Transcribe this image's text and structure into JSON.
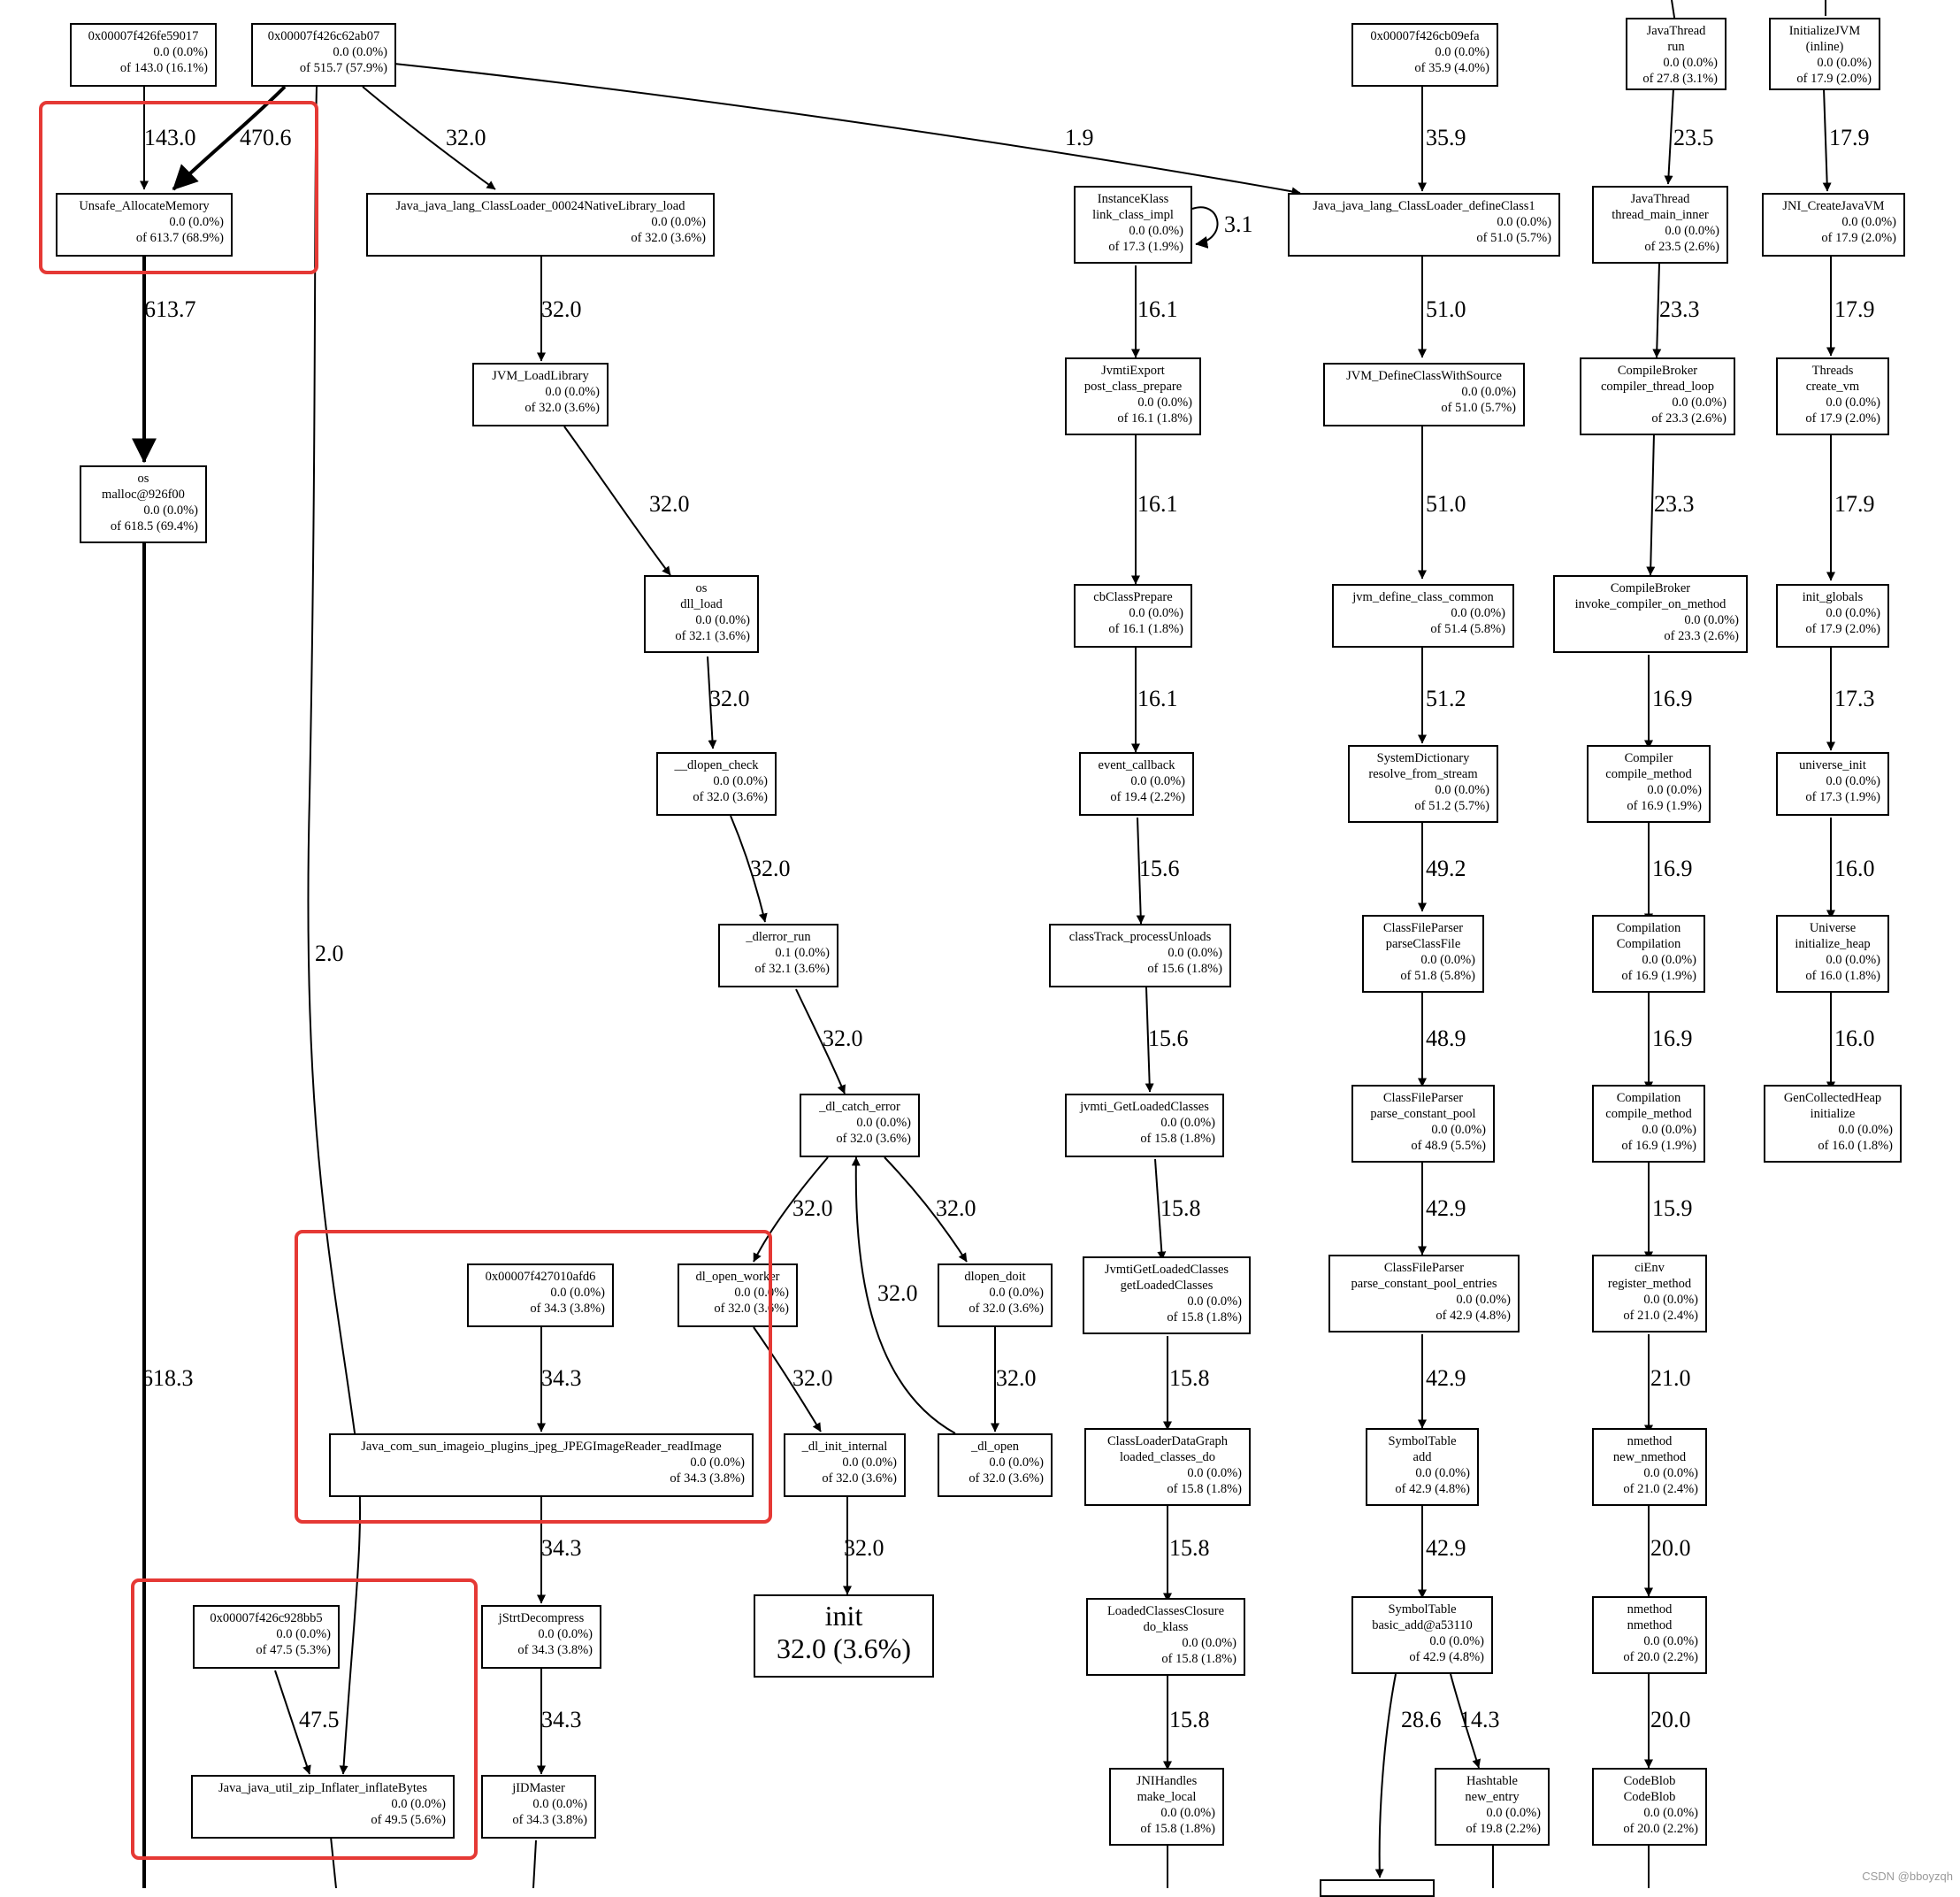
{
  "nodes": {
    "n1": [
      "0x00007f426fe59017",
      "0.0 (0.0%)",
      "of 143.0 (16.1%)"
    ],
    "n2": [
      "0x00007f426c62ab07",
      "0.0 (0.0%)",
      "of 515.7 (57.9%)"
    ],
    "n3": [
      "0x00007f426cb09efa",
      "0.0 (0.0%)",
      "of 35.9 (4.0%)"
    ],
    "n4": [
      "JavaThread",
      "run",
      "0.0 (0.0%)",
      "of 27.8 (3.1%)"
    ],
    "n5": [
      "InitializeJVM",
      "(inline)",
      "0.0 (0.0%)",
      "of 17.9 (2.0%)"
    ],
    "n6": [
      "Unsafe_AllocateMemory",
      "0.0 (0.0%)",
      "of 613.7 (68.9%)"
    ],
    "n7": [
      "Java_java_lang_ClassLoader_00024NativeLibrary_load",
      "0.0 (0.0%)",
      "of 32.0 (3.6%)"
    ],
    "n8": [
      "InstanceKlass",
      "link_class_impl",
      "0.0 (0.0%)",
      "of 17.3 (1.9%)"
    ],
    "n9": [
      "Java_java_lang_ClassLoader_defineClass1",
      "0.0 (0.0%)",
      "of 51.0 (5.7%)"
    ],
    "n10": [
      "JavaThread",
      "thread_main_inner",
      "0.0 (0.0%)",
      "of 23.5 (2.6%)"
    ],
    "n11": [
      "JNI_CreateJavaVM",
      "0.0 (0.0%)",
      "of 17.9 (2.0%)"
    ],
    "n12": [
      "JVM_LoadLibrary",
      "0.0 (0.0%)",
      "of 32.0 (3.6%)"
    ],
    "n13": [
      "JvmtiExport",
      "post_class_prepare",
      "0.0 (0.0%)",
      "of 16.1 (1.8%)"
    ],
    "n14": [
      "JVM_DefineClassWithSource",
      "0.0 (0.0%)",
      "of 51.0 (5.7%)"
    ],
    "n15": [
      "CompileBroker",
      "compiler_thread_loop",
      "0.0 (0.0%)",
      "of 23.3 (2.6%)"
    ],
    "n16": [
      "Threads",
      "create_vm",
      "0.0 (0.0%)",
      "of 17.9 (2.0%)"
    ],
    "n17": [
      "os",
      "malloc@926f00",
      "0.0 (0.0%)",
      "of 618.5 (69.4%)"
    ],
    "n18": [
      "os",
      "dll_load",
      "0.0 (0.0%)",
      "of 32.1 (3.6%)"
    ],
    "n19": [
      "cbClassPrepare",
      "0.0 (0.0%)",
      "of 16.1 (1.8%)"
    ],
    "n20": [
      "jvm_define_class_common",
      "0.0 (0.0%)",
      "of 51.4 (5.8%)"
    ],
    "n21": [
      "CompileBroker",
      "invoke_compiler_on_method",
      "0.0 (0.0%)",
      "of 23.3 (2.6%)"
    ],
    "n22": [
      "init_globals",
      "0.0 (0.0%)",
      "of 17.9 (2.0%)"
    ],
    "n23": [
      "__dlopen_check",
      "0.0 (0.0%)",
      "of 32.0 (3.6%)"
    ],
    "n24": [
      "event_callback",
      "0.0 (0.0%)",
      "of 19.4 (2.2%)"
    ],
    "n25": [
      "SystemDictionary",
      "resolve_from_stream",
      "0.0 (0.0%)",
      "of 51.2 (5.7%)"
    ],
    "n26": [
      "Compiler",
      "compile_method",
      "0.0 (0.0%)",
      "of 16.9 (1.9%)"
    ],
    "n27": [
      "universe_init",
      "0.0 (0.0%)",
      "of 17.3 (1.9%)"
    ],
    "n28": [
      "_dlerror_run",
      "0.1 (0.0%)",
      "of 32.1 (3.6%)"
    ],
    "n29": [
      "classTrack_processUnloads",
      "0.0 (0.0%)",
      "of 15.6 (1.8%)"
    ],
    "n30": [
      "ClassFileParser",
      "parseClassFile",
      "0.0 (0.0%)",
      "of 51.8 (5.8%)"
    ],
    "n31": [
      "Compilation",
      "Compilation",
      "0.0 (0.0%)",
      "of 16.9 (1.9%)"
    ],
    "n32": [
      "Universe",
      "initialize_heap",
      "0.0 (0.0%)",
      "of 16.0 (1.8%)"
    ],
    "n33": [
      "_dl_catch_error",
      "0.0 (0.0%)",
      "of 32.0 (3.6%)"
    ],
    "n34": [
      "jvmti_GetLoadedClasses",
      "0.0 (0.0%)",
      "of 15.8 (1.8%)"
    ],
    "n35": [
      "ClassFileParser",
      "parse_constant_pool",
      "0.0 (0.0%)",
      "of 48.9 (5.5%)"
    ],
    "n36": [
      "Compilation",
      "compile_method",
      "0.0 (0.0%)",
      "of 16.9 (1.9%)"
    ],
    "n37": [
      "GenCollectedHeap",
      "initialize",
      "0.0 (0.0%)",
      "of 16.0 (1.8%)"
    ],
    "n38": [
      "0x00007f427010afd6",
      "0.0 (0.0%)",
      "of 34.3 (3.8%)"
    ],
    "n39": [
      "dl_open_worker",
      "0.0 (0.0%)",
      "of 32.0 (3.6%)"
    ],
    "n40": [
      "dlopen_doit",
      "0.0 (0.0%)",
      "of 32.0 (3.6%)"
    ],
    "n41": [
      "JvmtiGetLoadedClasses",
      "getLoadedClasses",
      "0.0 (0.0%)",
      "of 15.8 (1.8%)"
    ],
    "n42": [
      "ClassFileParser",
      "parse_constant_pool_entries",
      "0.0 (0.0%)",
      "of 42.9 (4.8%)"
    ],
    "n43": [
      "ciEnv",
      "register_method",
      "0.0 (0.0%)",
      "of 21.0 (2.4%)"
    ],
    "n44": [
      "Java_com_sun_imageio_plugins_jpeg_JPEGImageReader_readImage",
      "0.0 (0.0%)",
      "of 34.3 (3.8%)"
    ],
    "n45": [
      "_dl_init_internal",
      "0.0 (0.0%)",
      "of 32.0 (3.6%)"
    ],
    "n46": [
      "_dl_open",
      "0.0 (0.0%)",
      "of 32.0 (3.6%)"
    ],
    "n47": [
      "ClassLoaderDataGraph",
      "loaded_classes_do",
      "0.0 (0.0%)",
      "of 15.8 (1.8%)"
    ],
    "n48": [
      "SymbolTable",
      "add",
      "0.0 (0.0%)",
      "of 42.9 (4.8%)"
    ],
    "n49": [
      "nmethod",
      "new_nmethod",
      "0.0 (0.0%)",
      "of 21.0 (2.4%)"
    ],
    "n50": [
      "0x00007f426c928bb5",
      "0.0 (0.0%)",
      "of 47.5 (5.3%)"
    ],
    "n51": [
      "jStrtDecompress",
      "0.0 (0.0%)",
      "of 34.3 (3.8%)"
    ],
    "n52": [
      "init",
      "32.0 (3.6%)"
    ],
    "n53": [
      "LoadedClassesClosure",
      "do_klass",
      "0.0 (0.0%)",
      "of 15.8 (1.8%)"
    ],
    "n54": [
      "SymbolTable",
      "basic_add@a53110",
      "0.0 (0.0%)",
      "of 42.9 (4.8%)"
    ],
    "n55": [
      "nmethod",
      "nmethod",
      "0.0 (0.0%)",
      "of 20.0 (2.2%)"
    ],
    "n56": [
      "Java_java_util_zip_Inflater_inflateBytes",
      "0.0 (0.0%)",
      "of 49.5 (5.6%)"
    ],
    "n57": [
      "jIDMaster",
      "0.0 (0.0%)",
      "of 34.3 (3.8%)"
    ],
    "n58": [
      "JNIHandles",
      "make_local",
      "0.0 (0.0%)",
      "of 15.8 (1.8%)"
    ],
    "n59": [
      "Hashtable",
      "new_entry",
      "0.0 (0.0%)",
      "of 19.8 (2.2%)"
    ],
    "n60": [
      "CodeBlob",
      "CodeBlob",
      "0.0 (0.0%)",
      "of 20.0 (2.2%)"
    ]
  },
  "edges": {
    "e1": "143.0",
    "e2": "470.6",
    "e3": "32.0",
    "e4": "1.9",
    "e5": "35.9",
    "e6": "23.5",
    "e7": "17.9",
    "e8": "3.1",
    "e9": "613.7",
    "e10": "32.0",
    "e11": "16.1",
    "e12": "51.0",
    "e13": "23.3",
    "e14": "17.9",
    "e15": "32.0",
    "e16": "16.1",
    "e17": "51.0",
    "e18": "23.3",
    "e19": "17.9",
    "e20": "32.0",
    "e21": "16.1",
    "e22": "51.2",
    "e23": "16.9",
    "e24": "17.3",
    "e25": "32.0",
    "e26": "15.6",
    "e27": "49.2",
    "e28": "16.9",
    "e29": "16.0",
    "e30": "2.0",
    "e31": "32.0",
    "e32": "15.6",
    "e33": "48.9",
    "e34": "16.9",
    "e35": "16.0",
    "e36": "32.0",
    "e37": "32.0",
    "e38": "15.8",
    "e39": "42.9",
    "e40": "15.9",
    "e41": "32.0",
    "e42": "618.3",
    "e43": "34.3",
    "e44": "32.0",
    "e45": "32.0",
    "e46": "15.8",
    "e47": "42.9",
    "e48": "21.0",
    "e49": "34.3",
    "e50": "32.0",
    "e51": "15.8",
    "e52": "42.9",
    "e53": "20.0",
    "e54": "47.5",
    "e55": "34.3",
    "e56": "15.8",
    "e57": "28.6",
    "e58": "14.3",
    "e59": "20.0"
  },
  "watermark": "CSDN @bboyzqh"
}
